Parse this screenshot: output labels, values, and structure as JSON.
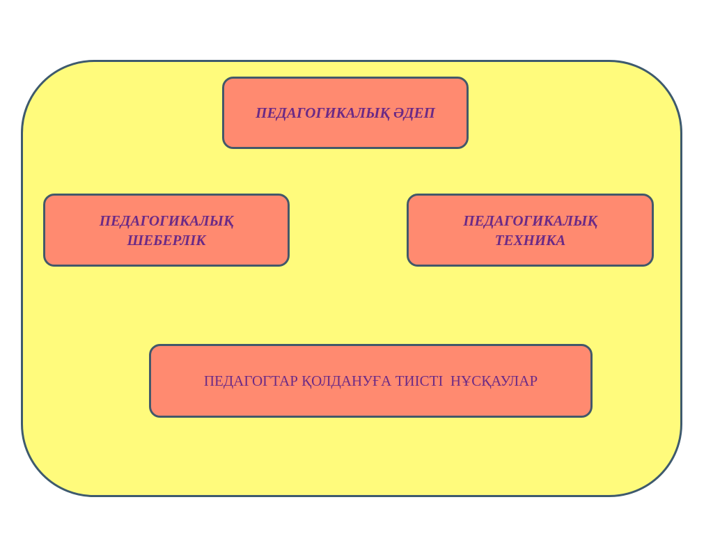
{
  "slide": {
    "top_box": "ПЕДАГОГИКАЛЫҚ ӘДЕП",
    "left_box": {
      "line1": "ПЕДАГОГИКАЛЫҚ",
      "line2": "ШЕБЕРЛІК"
    },
    "right_box": {
      "line1": "ПЕДАГОГИКАЛЫҚ",
      "line2": "ТЕХНИКА"
    },
    "bottom_box": "ПЕДАГОГТАР ҚОЛДАНУҒА ТИІСТІ  НҰСҚАУЛАР"
  },
  "colors": {
    "background": "#fffb7c",
    "box_fill": "#ff8a70",
    "border": "#3e5a6e",
    "text": "#6b2a86"
  }
}
